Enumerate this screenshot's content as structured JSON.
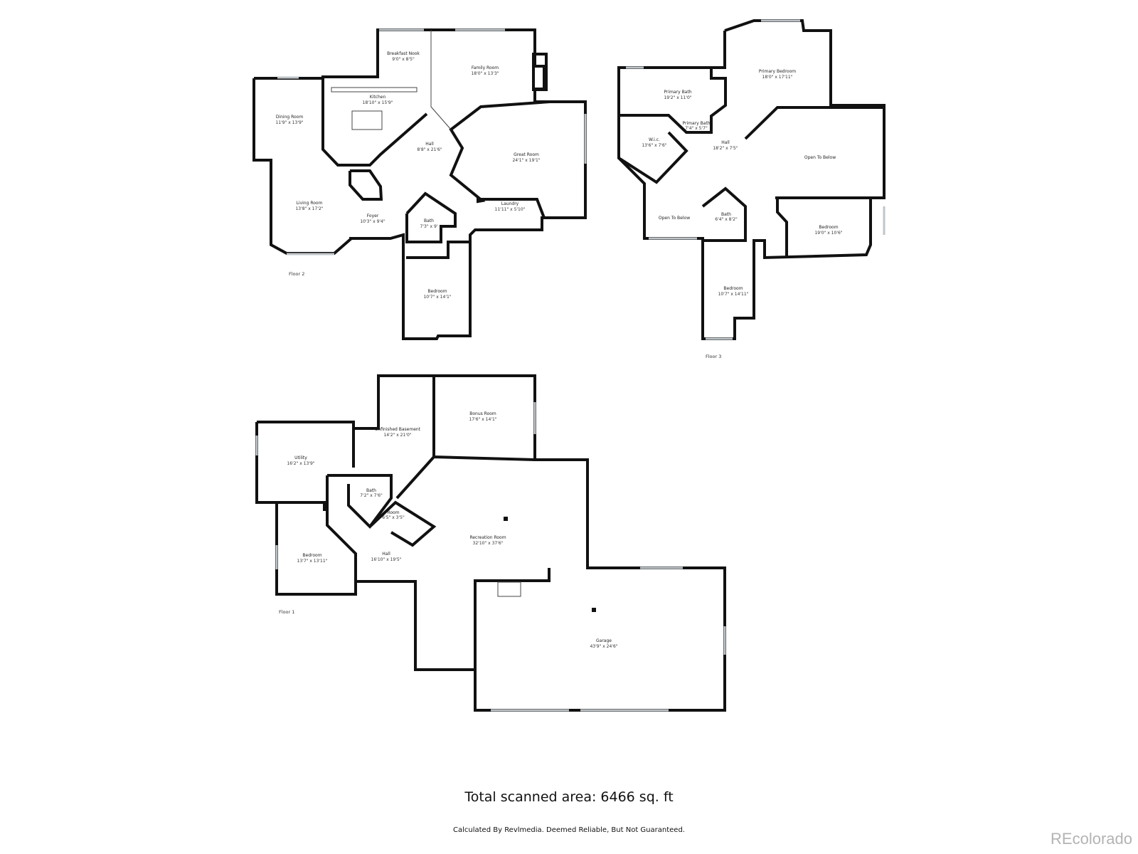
{
  "floor2": {
    "label": "Floor 2",
    "rooms": [
      {
        "name": "Breakfast Nook",
        "dim": "9'0\" x 8'5\""
      },
      {
        "name": "Family Room",
        "dim": "18'0\" x 13'3\""
      },
      {
        "name": "Kitchen",
        "dim": "18'10\" x 15'9\""
      },
      {
        "name": "Dining Room",
        "dim": "11'9\" x 13'9\""
      },
      {
        "name": "Hall",
        "dim": "8'8\" x 21'6\""
      },
      {
        "name": "Great Room",
        "dim": "24'1\" x 19'1\""
      },
      {
        "name": "Living Room",
        "dim": "13'8\" x 17'2\""
      },
      {
        "name": "Laundry",
        "dim": "11'11\" x 5'10\""
      },
      {
        "name": "Foyer",
        "dim": "10'3\" x 9'4\""
      },
      {
        "name": "Bath",
        "dim": "7'3\" x 9'"
      },
      {
        "name": "Bedroom",
        "dim": "10'7\" x 14'1\""
      }
    ]
  },
  "floor3": {
    "label": "Floor 3",
    "rooms": [
      {
        "name": "Primary Bedroom",
        "dim": "18'0\" x 17'11\""
      },
      {
        "name": "Primary Bath",
        "dim": "19'2\" x 11'0\""
      },
      {
        "name": "Primary Bath",
        "dim": "7'4\" x 5'7\""
      },
      {
        "name": "W.i.c.",
        "dim": "13'6\" x 7'6\""
      },
      {
        "name": "Hall",
        "dim": "18'2\" x 7'5\""
      },
      {
        "name": "Open To Below",
        "dim": ""
      },
      {
        "name": "Open To Below",
        "dim": ""
      },
      {
        "name": "Bath",
        "dim": "6'4\" x 8'2\""
      },
      {
        "name": "Bedroom",
        "dim": "19'0\" x 10'6\""
      },
      {
        "name": "Bedroom",
        "dim": "10'7\" x 14'11\""
      }
    ]
  },
  "floor1": {
    "label": "Floor 1",
    "rooms": [
      {
        "name": "Bonus Room",
        "dim": "17'6\" x 14'1\""
      },
      {
        "name": "Unfinished Basement",
        "dim": "14'2\" x 21'0\""
      },
      {
        "name": "Utility",
        "dim": "16'2\" x 13'9\""
      },
      {
        "name": "Bath",
        "dim": "7'2\" x 7'6\""
      },
      {
        "name": "Room",
        "dim": "6'5\" x 3'5\""
      },
      {
        "name": "Recreation Room",
        "dim": "32'10\" x 37'6\""
      },
      {
        "name": "Bedroom",
        "dim": "13'7\" x 13'11\""
      },
      {
        "name": "Hall",
        "dim": "16'10\" x 19'5\""
      },
      {
        "name": "Garage",
        "dim": "43'9\" x 24'6\""
      }
    ]
  },
  "footer": {
    "total_area": "Total scanned area: 6466 sq. ft",
    "disclaimer": "Calculated By Revlmedia. Deemed Reliable, But Not Guaranteed.",
    "brand": "REcolorado"
  }
}
